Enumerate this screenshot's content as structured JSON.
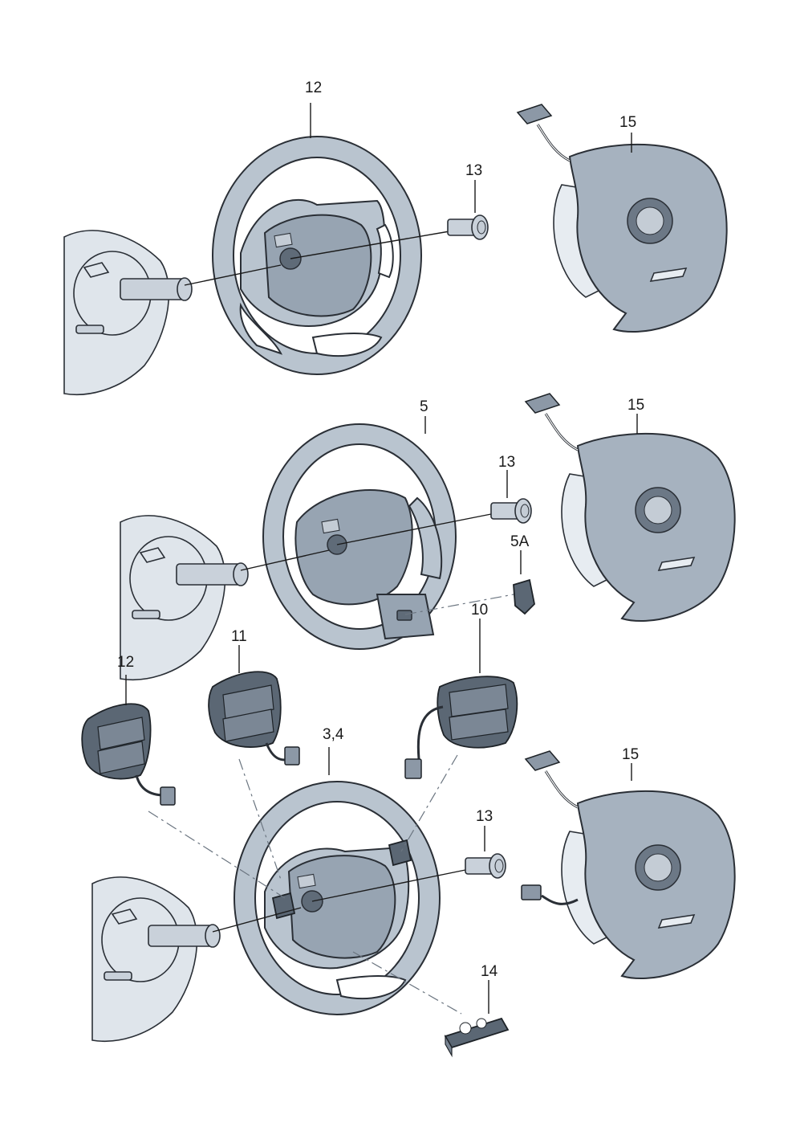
{
  "callouts": {
    "wheel_top": "12",
    "bolt_top": "13",
    "airbag_top": "15",
    "wheel_mid": "5",
    "bolt_mid": "13",
    "airbag_mid": "15",
    "cap_mid": "5A",
    "switch_11": "11",
    "switch_12": "12",
    "switch_10": "10",
    "wheel_bottom": "3,4",
    "bolt_bottom": "13",
    "airbag_bottom": "15",
    "switch_14": "14"
  },
  "colors": {
    "rim": "#b9c4cf",
    "hub": "#97a4b2",
    "cover": "#a6b2bf",
    "switch": "#5b6774",
    "outline": "#2a2f36"
  }
}
